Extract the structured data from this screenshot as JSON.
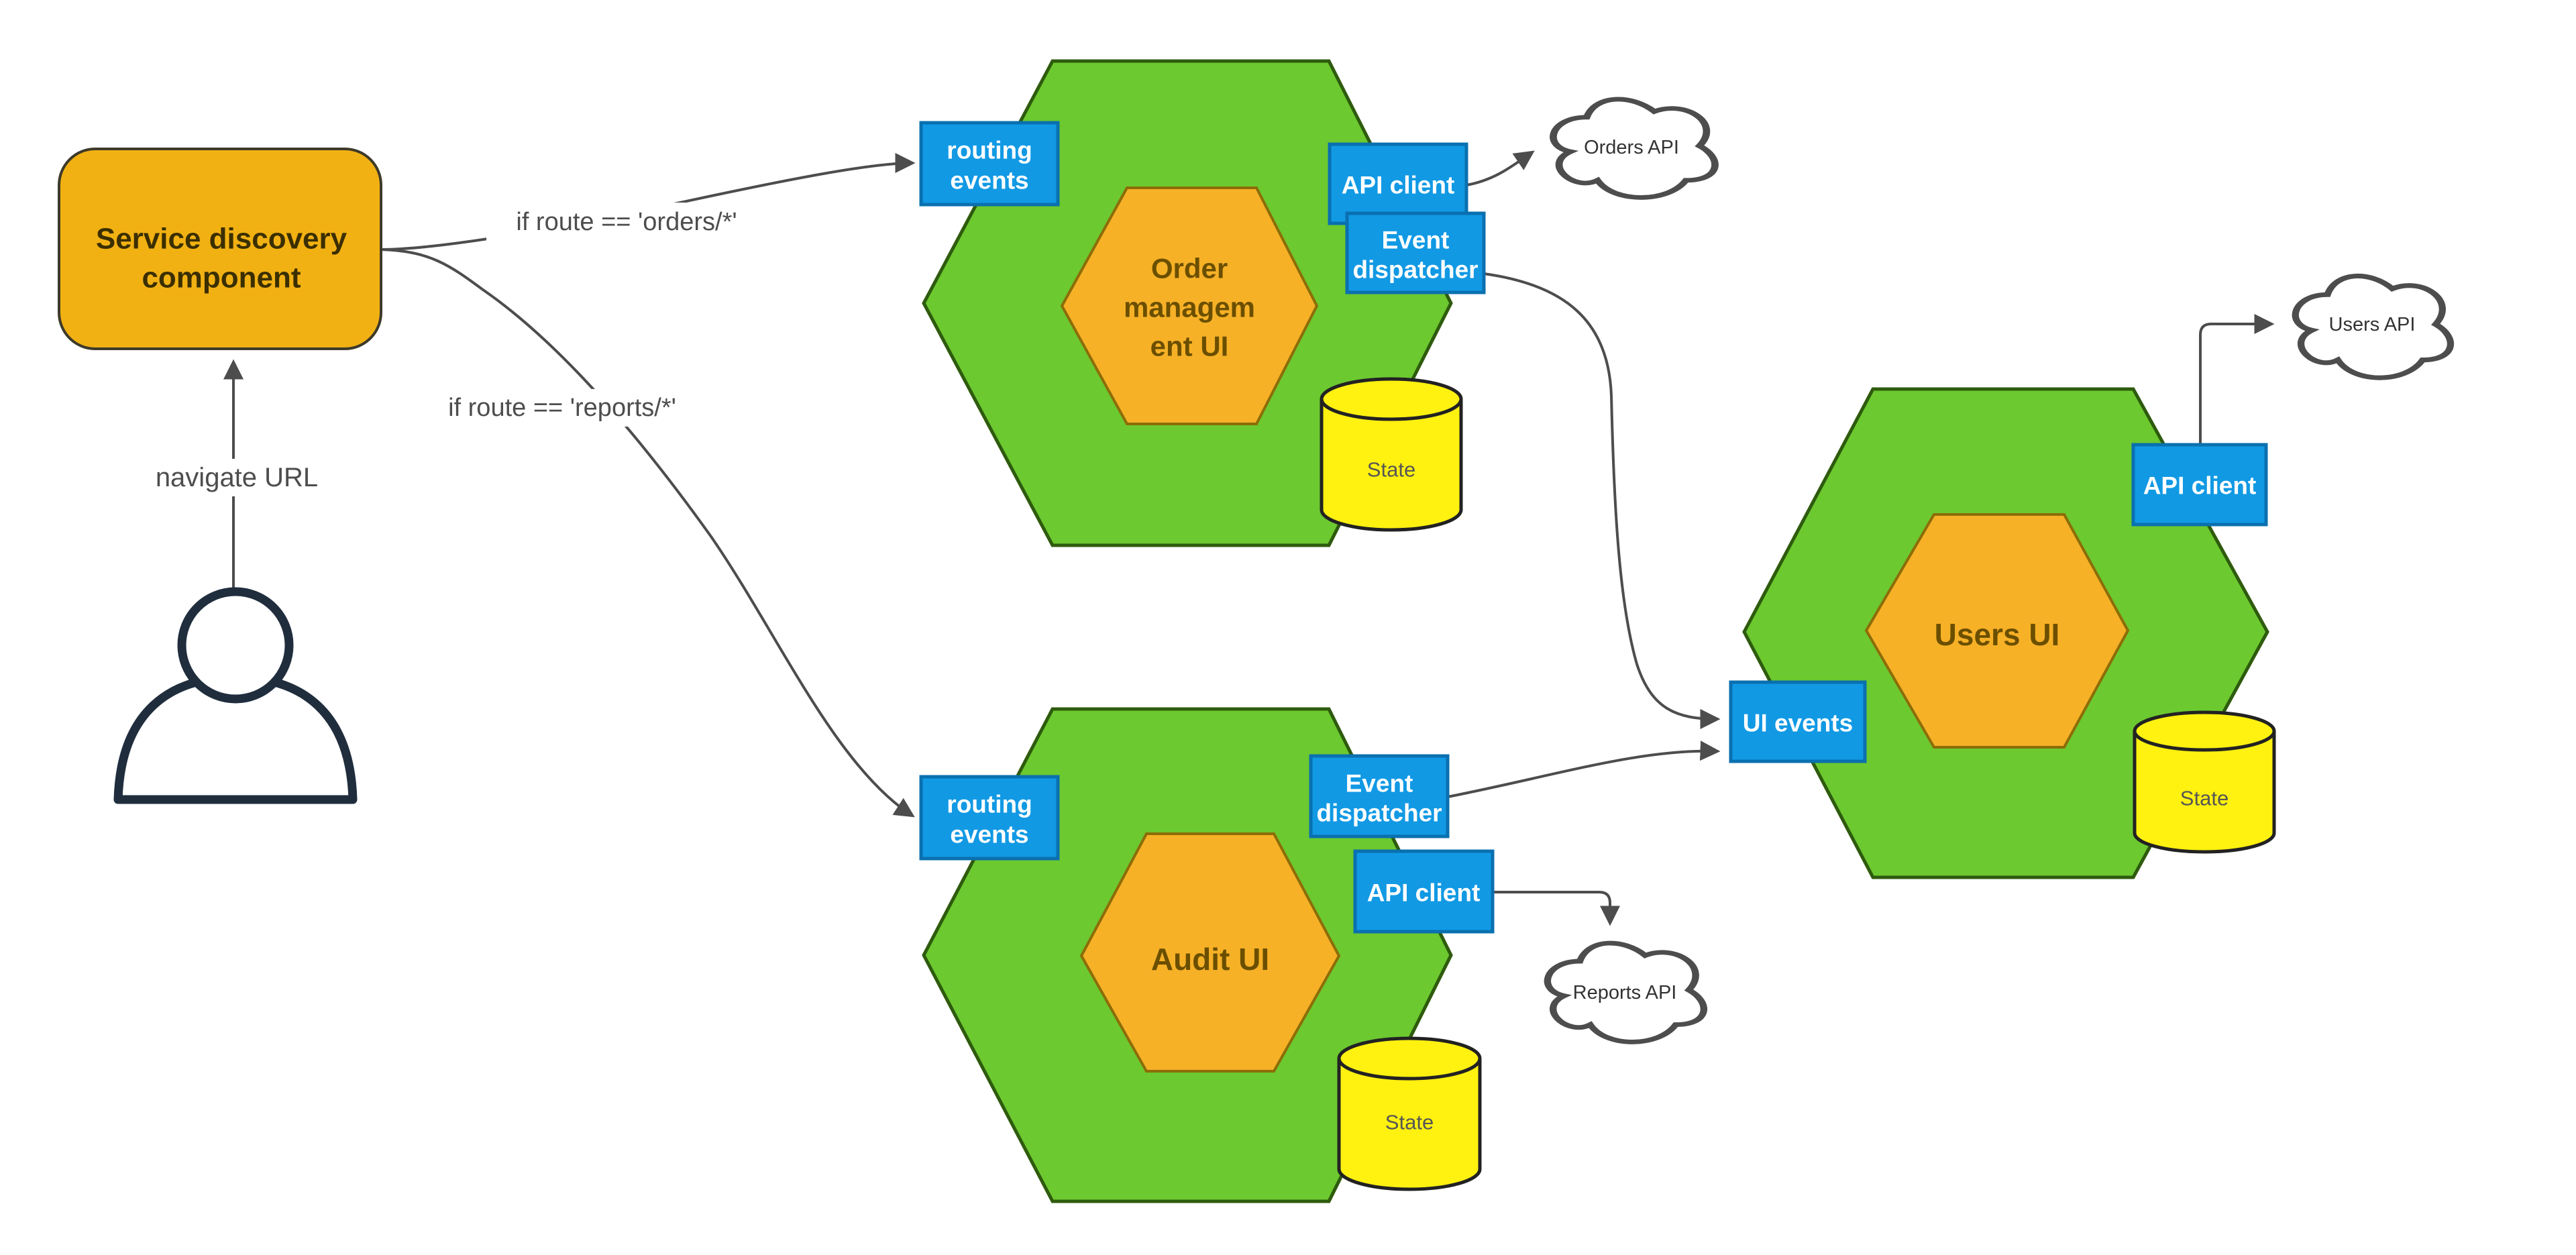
{
  "canvas": {
    "background": "#ffffff"
  },
  "palette": {
    "module_green": "#6cc92f",
    "component_blue": "#1199e4",
    "service_orange": "#f2b113",
    "hexagon_orange": "#f7b127",
    "state_yellow": "#fff110",
    "connector_gray": "#4d4d4d",
    "person_navy": "#1f2d3d"
  },
  "actor": {
    "navigate_label": "navigate URL"
  },
  "service_discovery": {
    "line1": "Service discovery",
    "line2": "component"
  },
  "routes": {
    "orders": "if route == 'orders/*'",
    "reports": "if route == 'reports/*'"
  },
  "order_module": {
    "routing_line1": "routing",
    "routing_line2": "events",
    "title_line1": "Order",
    "title_line2": "managem",
    "title_line3": "ent UI",
    "api_client": "API client",
    "dispatcher_line1": "Event",
    "dispatcher_line2": "dispatcher",
    "state": "State",
    "cloud": "Orders API"
  },
  "audit_module": {
    "routing_line1": "routing",
    "routing_line2": "events",
    "title": "Audit UI",
    "api_client": "API client",
    "dispatcher_line1": "Event",
    "dispatcher_line2": "dispatcher",
    "state": "State",
    "cloud": "Reports API"
  },
  "users_module": {
    "title": "Users UI",
    "ui_events": "UI events",
    "api_client": "API client",
    "state": "State",
    "cloud": "Users API"
  }
}
